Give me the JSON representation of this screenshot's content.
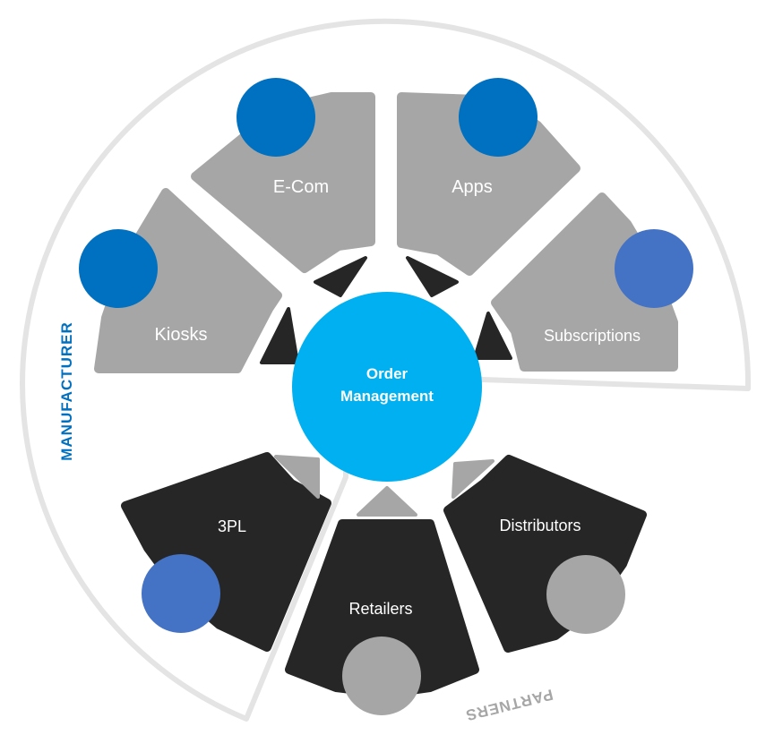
{
  "center": {
    "line1": "Order",
    "line2": "Management"
  },
  "groups": {
    "manufacturer": "MANUFACTURER",
    "partners": "PARTNERS"
  },
  "segments": {
    "kiosks": "Kiosks",
    "ecom": "E-Com",
    "apps": "Apps",
    "subscriptions": "Subscriptions",
    "threepl": "3PL",
    "retailers": "Retailers",
    "distributors": "Distributors"
  },
  "colors": {
    "manufacturer_segment": "#a6a6a6",
    "partner_segment": "#262626",
    "center": "#00b0f0",
    "dark_blue_dot": "#0070c0",
    "mid_blue_dot": "#4472c4",
    "gray_dot": "#a6a6a6",
    "ring": "#e7e7e7",
    "manufacturer_text": "#0070c0",
    "partners_text": "#a6a6a6"
  }
}
